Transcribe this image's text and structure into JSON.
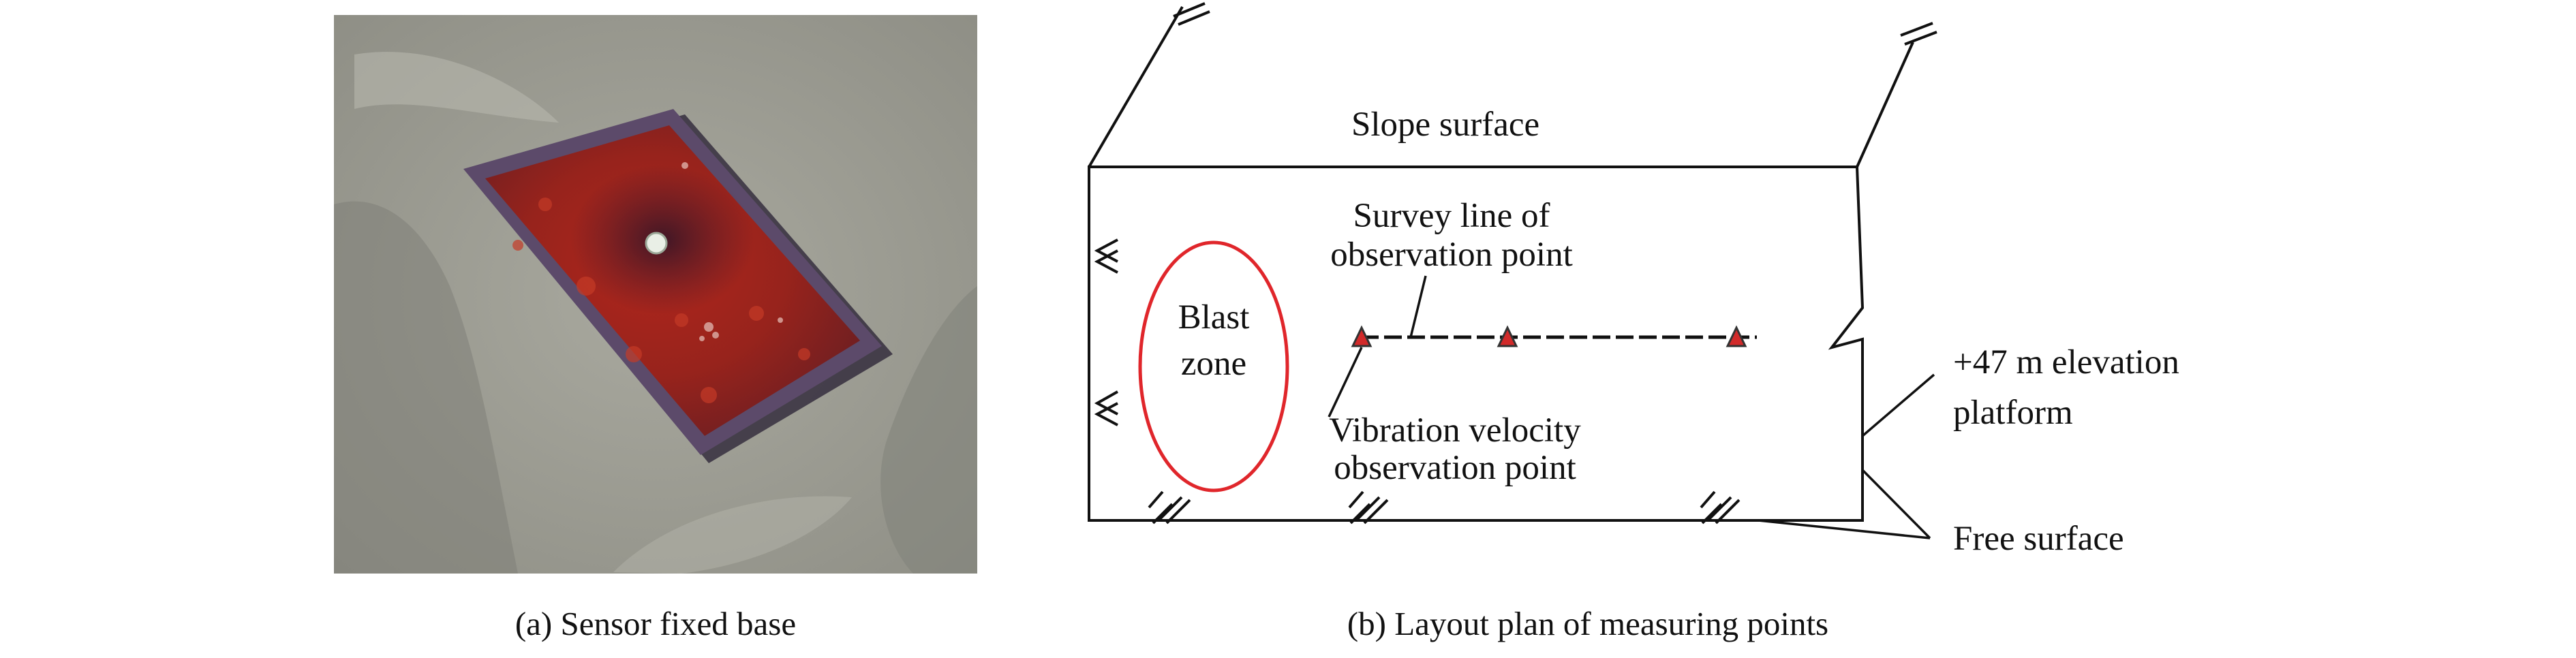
{
  "panel_a": {
    "caption": "(a) Sensor fixed base",
    "photo_name": "sensor-fixed-base-photo"
  },
  "panel_b": {
    "caption": "(b) Layout plan of measuring points",
    "labels": {
      "slope_surface": "Slope surface",
      "survey_line_1": "Survey line of",
      "survey_line_2": "observation point",
      "blast_1": "Blast",
      "blast_2": "zone",
      "vibration_1": "Vibration velocity",
      "vibration_2": "observation point",
      "platform_1": "+47 m elevation",
      "platform_2": "platform",
      "free_surface": "Free surface"
    },
    "colors": {
      "blast_zone_outline": "#e0262b",
      "marker_fill": "#d22a2a",
      "marker_stroke": "#333333"
    },
    "observation_points_count": 3
  }
}
